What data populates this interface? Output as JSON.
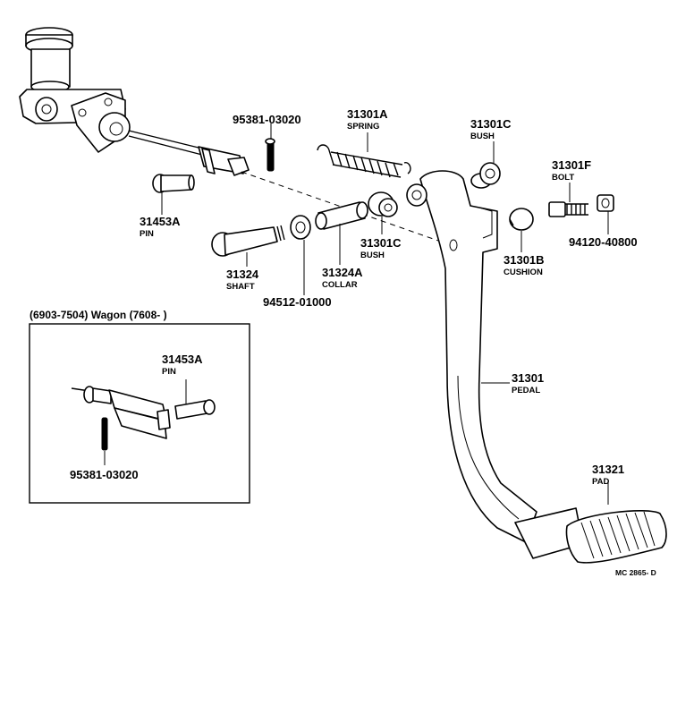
{
  "parts": [
    {
      "id": "p95381-top",
      "number": "95381-03020",
      "name": ""
    },
    {
      "id": "p31301A",
      "number": "31301A",
      "name": "SPRING"
    },
    {
      "id": "p31301C-top",
      "number": "31301C",
      "name": "BUSH"
    },
    {
      "id": "p31301F",
      "number": "31301F",
      "name": "BOLT"
    },
    {
      "id": "p31453A-main",
      "number": "31453A",
      "name": "PIN"
    },
    {
      "id": "p31301C-mid",
      "number": "31301C",
      "name": "BUSH"
    },
    {
      "id": "p31301B",
      "number": "31301B",
      "name": "CUSHION"
    },
    {
      "id": "p94120",
      "number": "94120-40800",
      "name": ""
    },
    {
      "id": "p31324",
      "number": "31324",
      "name": "SHAFT"
    },
    {
      "id": "p31324A",
      "number": "31324A",
      "name": "COLLAR"
    },
    {
      "id": "p94512",
      "number": "94512-01000",
      "name": ""
    },
    {
      "id": "p31301",
      "number": "31301",
      "name": "PEDAL"
    },
    {
      "id": "p31321",
      "number": "31321",
      "name": "PAD"
    }
  ],
  "inset": {
    "title": "(6903-7504) Wagon (7608-          )",
    "parts": [
      {
        "id": "i31453A",
        "number": "31453A",
        "name": "PIN"
      },
      {
        "id": "i95381",
        "number": "95381-03020",
        "name": ""
      }
    ]
  },
  "diagram_code": "MC 2865- D"
}
